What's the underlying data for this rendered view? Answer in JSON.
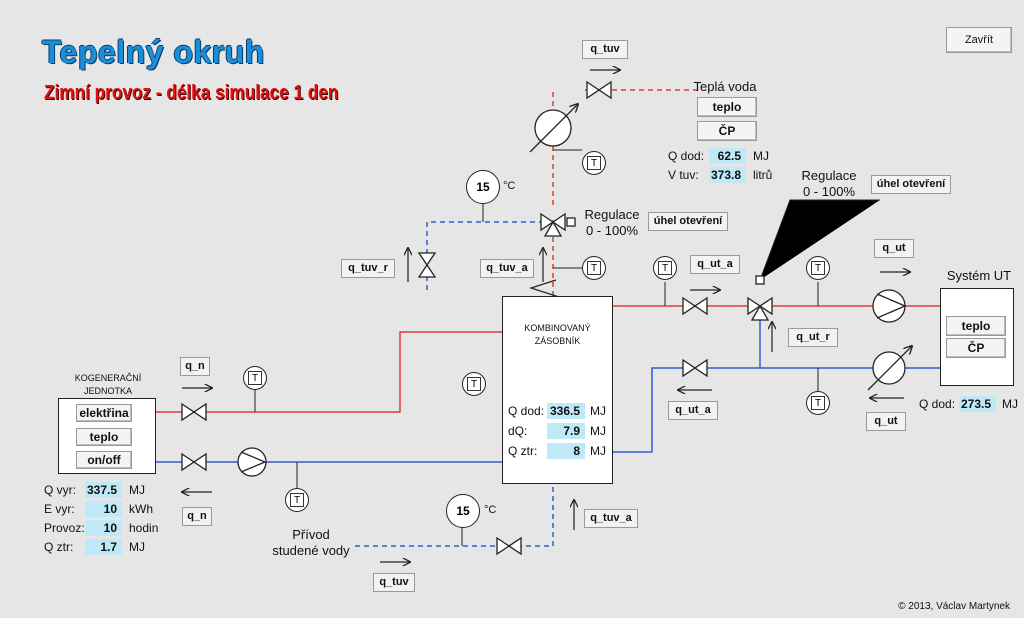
{
  "header": {
    "title": "Tepelný okruh",
    "subtitle": "Zimní provoz - délka simulace 1 den",
    "close_button": "Zavřít"
  },
  "cogeneration": {
    "label_line1": "KOGENERAČNÍ",
    "label_line2": "JEDNOTKA",
    "buttons": [
      "elektřina",
      "teplo",
      "on/off"
    ],
    "stats": [
      {
        "label": "Q vyr:",
        "value": "337.5",
        "unit": "MJ"
      },
      {
        "label": "E vyr:",
        "value": "10",
        "unit": "kWh"
      },
      {
        "label": "Provoz:",
        "value": "10",
        "unit": "hodin"
      },
      {
        "label": "Q ztr:",
        "value": "1.7",
        "unit": "MJ"
      }
    ]
  },
  "tank": {
    "label_line1": "KOMBINOVANÝ",
    "label_line2": "ZÁSOBNÍK",
    "stats": [
      {
        "label": "Q dod:",
        "value": "336.5",
        "unit": "MJ"
      },
      {
        "label": "dQ:",
        "value": "7.9",
        "unit": "MJ"
      },
      {
        "label": "Q ztr:",
        "value": "8",
        "unit": "MJ"
      }
    ]
  },
  "hot_water": {
    "title": "Teplá voda",
    "buttons": [
      "teplo",
      "ČP"
    ],
    "stats": [
      {
        "label": "Q dod:",
        "value": "62.5",
        "unit": "MJ"
      },
      {
        "label": "V tuv:",
        "value": "373.8",
        "unit": "litrů"
      }
    ]
  },
  "heating": {
    "title": "Systém UT",
    "buttons": [
      "teplo",
      "ČP"
    ],
    "stats": [
      {
        "label": "Q dod:",
        "value": "273.5",
        "unit": "MJ"
      }
    ]
  },
  "regulation_tuv": {
    "line1": "Regulace",
    "line2": "0 - 100%",
    "button": "úhel otevření"
  },
  "regulation_ut": {
    "line1": "Regulace",
    "line2": "0 - 100%",
    "button": "úhel otevření"
  },
  "temperatures": [
    {
      "value": "15",
      "unit": "°C"
    },
    {
      "value": "15",
      "unit": "°C"
    }
  ],
  "flow_labels": {
    "q_tuv_top": "q_tuv",
    "q_tuv_r": "q_tuv_r",
    "q_tuv_a_upper": "q_tuv_a",
    "q_ut_a_upper": "q_ut_a",
    "q_ut_top": "q_ut",
    "q_ut_r": "q_ut_r",
    "q_ut_a_lower": "q_ut_a",
    "q_ut_bottom": "q_ut",
    "q_n_top": "q_n",
    "q_n_bottom": "q_n",
    "q_tuv_a_lower": "q_tuv_a",
    "q_tuv_bottom": "q_tuv"
  },
  "sensor_label": "T",
  "cold_water": {
    "line1": "Přívod",
    "line2": "studené vody"
  },
  "footer": {
    "copyright": "© 2013, Václav Martynek"
  },
  "colors": {
    "hot_pipe": "#e23b3b",
    "cold_pipe": "#2e5fd6",
    "title": "#1a8fd9",
    "subtitle": "#e01010",
    "value_bg": "#bfe9f7",
    "background": "#e6e6e6"
  },
  "icons": [
    "pump-icon",
    "heat-exchanger-icon",
    "valve-icon",
    "three-way-valve-icon",
    "temperature-sensor-icon",
    "flow-arrow-icon"
  ]
}
